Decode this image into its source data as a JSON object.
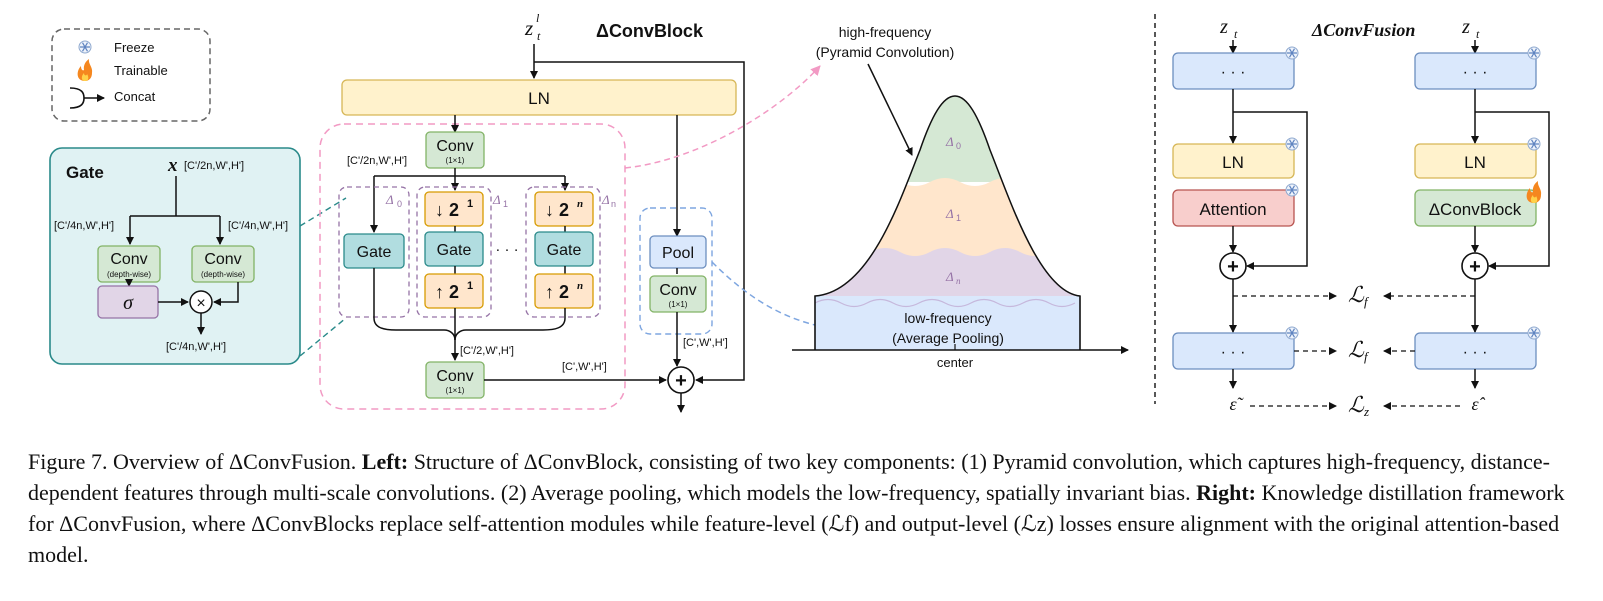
{
  "legend": {
    "freeze": "Freeze",
    "trainable": "Trainable",
    "concat": "Concat"
  },
  "gate_panel": {
    "title": "Gate",
    "input_var": "x",
    "input_dim": "[C'/2n,W',H']",
    "left_dim": "[C'/4n,W',H']",
    "right_dim": "[C'/4n,W',H']",
    "conv_left": "Conv",
    "conv_left_sub": "(depth-wise)",
    "conv_right": "Conv",
    "conv_right_sub": "(depth-wise)",
    "sigma": "σ",
    "multiply": "×",
    "output_dim": "[C'/4n,W',H']"
  },
  "conv_block": {
    "title": "ΔConvBlock",
    "input_var": "z",
    "input_sup": "l",
    "input_sub": "t",
    "ln": "LN",
    "conv_top": "Conv",
    "conv_top_sub": "(1×1)",
    "dim_top": "[C'/2n,W',H']",
    "gate0": "Gate",
    "delta0": "Δ",
    "delta0_sub": "0",
    "delta1": "Δ",
    "delta1_sub": "1",
    "deltan": "Δ",
    "deltan_sub": "n",
    "down1": "↓ 2",
    "down1_exp": "1",
    "up1": "↑ 2",
    "up1_exp": "1",
    "gate1": "Gate",
    "dots": "· · ·",
    "downn": "↓ 2",
    "downn_exp": "n",
    "upn": "↑ 2",
    "upn_exp": "n",
    "gaten": "Gate",
    "dim_mid": "[C'/2,W',H']",
    "conv_bottom": "Conv",
    "conv_bottom_sub": "(1×1)",
    "dim_out": "[C',W',H']",
    "pool": "Pool",
    "conv_pool": "Conv",
    "conv_pool_sub": "(1×1)",
    "dim_pool": "[C',W',H']",
    "plus": "+"
  },
  "frequency": {
    "high_line1": "high-frequency",
    "high_line2": "(Pyramid Convolution)",
    "d0": "Δ",
    "d0_sub": "0",
    "d1": "Δ",
    "d1_sub": "1",
    "dn": "Δ",
    "dn_sub": "n",
    "low_line1": "low-frequency",
    "low_line2": "(Average Pooling)",
    "center": "center"
  },
  "fusion": {
    "title": "ΔConvFusion",
    "left_input": "z",
    "left_input_sub": "t",
    "right_input": "z",
    "right_input_sub": "t",
    "top_dots": "· · ·",
    "ln": "LN",
    "attention": "Attention",
    "conv_block": "ΔConvBlock",
    "bottom_dots": "· · ·",
    "loss_f1": "ℒ",
    "loss_f1_sub": "f",
    "loss_f2": "ℒ",
    "loss_f2_sub": "f",
    "loss_z": "ℒ",
    "loss_z_sub": "z",
    "eps_left": "ε̃",
    "eps_right": "ε̂"
  },
  "caption": {
    "label": "Figure 7.",
    "intro": " Overview of ΔConvFusion. ",
    "left_label": "Left:",
    "left_text": " Structure of ΔConvBlock, consisting of two key components: (1) Pyramid convolution, which captures high-frequency, distance-dependent features through multi-scale convolutions. (2) Average pooling, which models the low-frequency, spatially invariant bias. ",
    "right_label": "Right:",
    "right_text": " Knowledge distillation framework for ΔConvFusion, where ΔConvBlocks replace self-attention modules while feature-level (ℒf) and output-level (ℒz) losses ensure alignment with the original attention-based model."
  },
  "colors": {
    "gate_panel": "#e0f2f3",
    "gate_border": "#2a8a8a",
    "green_box": "#d5e8d4",
    "green_border": "#82b366",
    "yellow_box": "#fff2cc",
    "yellow_border": "#d6b656",
    "orange_box": "#ffe6cc",
    "orange_border": "#d79b00",
    "teal_box": "#b1dde0",
    "purple_box": "#e1d5e7",
    "purple_border": "#9673a6",
    "blue_box": "#dae8fc",
    "blue_border": "#6c8ebf",
    "red_box": "#f8cecc",
    "red_border": "#b85450",
    "pink_dash": "#f29ac4"
  }
}
